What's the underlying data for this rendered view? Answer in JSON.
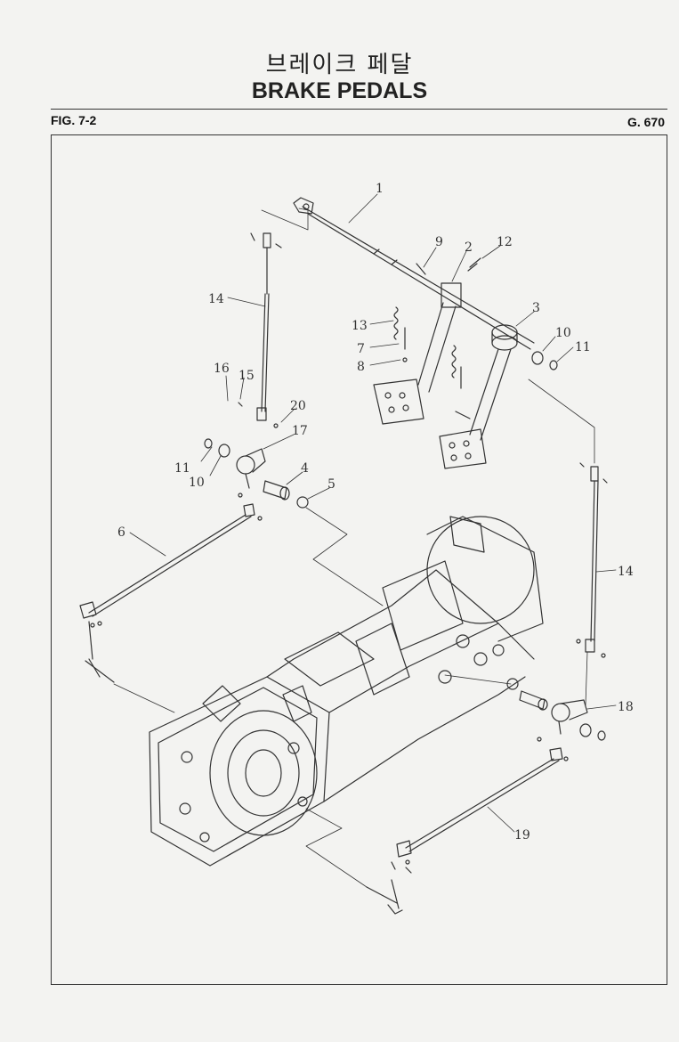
{
  "header": {
    "title_korean": "브레이크 페달",
    "title_english": "BRAKE PEDALS",
    "figure_number": "FIG. 7-2",
    "group_number": "G. 670"
  },
  "callouts": [
    {
      "id": "c1",
      "label": "1"
    },
    {
      "id": "c2",
      "label": "2"
    },
    {
      "id": "c3",
      "label": "3"
    },
    {
      "id": "c4",
      "label": "4"
    },
    {
      "id": "c5",
      "label": "5"
    },
    {
      "id": "c6",
      "label": "6"
    },
    {
      "id": "c7",
      "label": "7"
    },
    {
      "id": "c8",
      "label": "8"
    },
    {
      "id": "c9",
      "label": "9"
    },
    {
      "id": "c10a",
      "label": "10"
    },
    {
      "id": "c10b",
      "label": "10"
    },
    {
      "id": "c11a",
      "label": "11"
    },
    {
      "id": "c11b",
      "label": "11"
    },
    {
      "id": "c12",
      "label": "12"
    },
    {
      "id": "c13",
      "label": "13"
    },
    {
      "id": "c14a",
      "label": "14"
    },
    {
      "id": "c14b",
      "label": "14"
    },
    {
      "id": "c15",
      "label": "15"
    },
    {
      "id": "c16",
      "label": "16"
    },
    {
      "id": "c17",
      "label": "17"
    },
    {
      "id": "c18",
      "label": "18"
    },
    {
      "id": "c19",
      "label": "19"
    },
    {
      "id": "c20",
      "label": "20"
    }
  ]
}
